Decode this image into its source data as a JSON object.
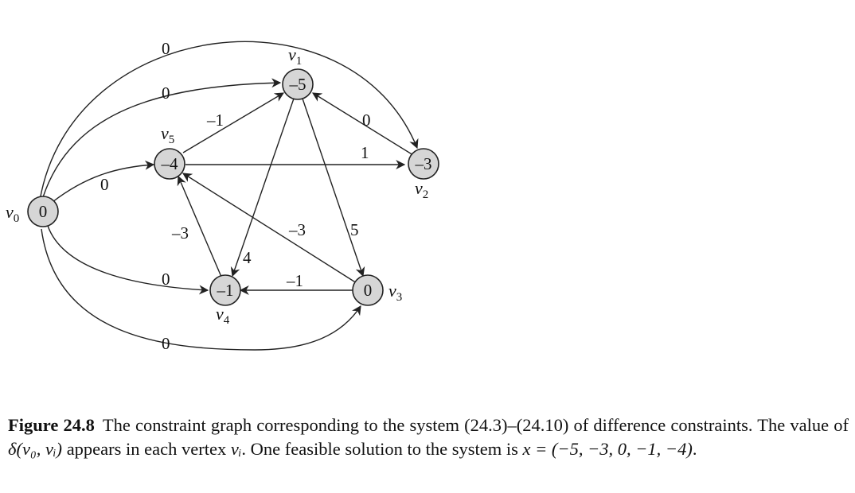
{
  "graph": {
    "vertices": [
      {
        "id": "v0",
        "label": "v",
        "sub": "0",
        "value": "0"
      },
      {
        "id": "v1",
        "label": "v",
        "sub": "1",
        "value": "–5"
      },
      {
        "id": "v2",
        "label": "v",
        "sub": "2",
        "value": "–3"
      },
      {
        "id": "v3",
        "label": "v",
        "sub": "3",
        "value": "0"
      },
      {
        "id": "v4",
        "label": "v",
        "sub": "4",
        "value": "–1"
      },
      {
        "id": "v5",
        "label": "v",
        "sub": "5",
        "value": "–4"
      }
    ],
    "edges": [
      {
        "from": "v0",
        "to": "v2",
        "weight": "0"
      },
      {
        "from": "v0",
        "to": "v1",
        "weight": "0"
      },
      {
        "from": "v0",
        "to": "v5",
        "weight": "0"
      },
      {
        "from": "v0",
        "to": "v4",
        "weight": "0"
      },
      {
        "from": "v0",
        "to": "v3",
        "weight": "0"
      },
      {
        "from": "v5",
        "to": "v1",
        "weight": "–1"
      },
      {
        "from": "v2",
        "to": "v1",
        "weight": "0"
      },
      {
        "from": "v5",
        "to": "v2",
        "weight": "1"
      },
      {
        "from": "v1",
        "to": "v4",
        "weight": "4"
      },
      {
        "from": "v1",
        "to": "v3",
        "weight": "5"
      },
      {
        "from": "v4",
        "to": "v5",
        "weight": "–3"
      },
      {
        "from": "v3",
        "to": "v5",
        "weight": "–3"
      },
      {
        "from": "v3",
        "to": "v4",
        "weight": "–1"
      }
    ]
  },
  "caption": {
    "figure_label": "Figure 24.8",
    "text_1": "The constraint graph corresponding to the system (24.3)–(24.10) of difference constraints. The value of ",
    "delta_expr": "δ(v₀, vᵢ)",
    "text_2": " appears in each vertex ",
    "vertex_expr": "vᵢ",
    "text_3": ". One feasible solution to the system is ",
    "solution_expr": "x = (−5, −3, 0, −1, −4)",
    "text_4": "."
  }
}
